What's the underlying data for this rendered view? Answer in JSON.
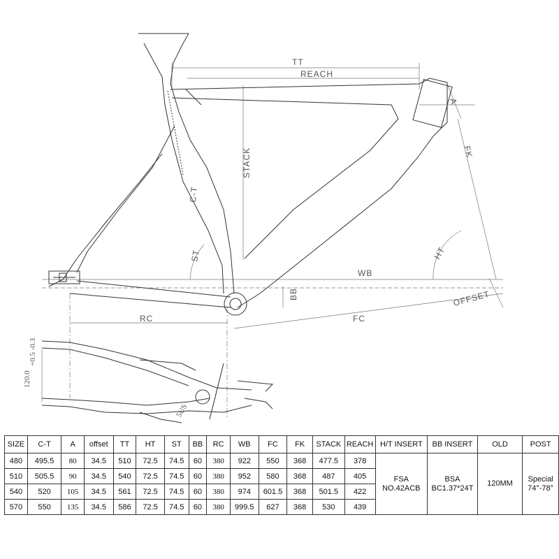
{
  "diagram": {
    "labels": {
      "tt": "TT",
      "reach": "REACH",
      "stack": "STACK",
      "a": "A",
      "fk": "FK",
      "ct": "C-T",
      "st": "ST",
      "ht": "HT",
      "wb": "WB",
      "bb": "BB",
      "offset": "OFFSET",
      "rc": "RC",
      "fc": "FC",
      "tire": "120.0",
      "tire_tol": "+0.5 -0.3",
      "sus": "5US"
    }
  },
  "table": {
    "headers": [
      "SIZE",
      "C-T",
      "A",
      "offset",
      "TT",
      "HT",
      "ST",
      "BB",
      "RC",
      "WB",
      "FC",
      "FK",
      "STACK",
      "REACH",
      "H/T INSERT",
      "BB INSERT",
      "OLD",
      "POST"
    ],
    "rows": [
      [
        "480",
        "495.5",
        "80",
        "34.5",
        "510",
        "72.5",
        "74.5",
        "60",
        "380",
        "922",
        "550",
        "368",
        "477.5",
        "378"
      ],
      [
        "510",
        "505.5",
        "90",
        "34.5",
        "540",
        "72.5",
        "74.5",
        "60",
        "380",
        "952",
        "580",
        "368",
        "487",
        "405"
      ],
      [
        "540",
        "520",
        "105",
        "34.5",
        "561",
        "72.5",
        "74.5",
        "60",
        "380",
        "974",
        "601.5",
        "368",
        "501.5",
        "422"
      ],
      [
        "570",
        "550",
        "135",
        "34.5",
        "586",
        "72.5",
        "74.5",
        "60",
        "380",
        "999.5",
        "627",
        "368",
        "530",
        "439"
      ]
    ],
    "merged": {
      "ht_insert": [
        "FSA",
        "NO.42ACB"
      ],
      "bb_insert": [
        "BSA",
        "BC1.37*24T"
      ],
      "old": "120MM",
      "post": [
        "Special",
        "74°-78°"
      ]
    }
  }
}
